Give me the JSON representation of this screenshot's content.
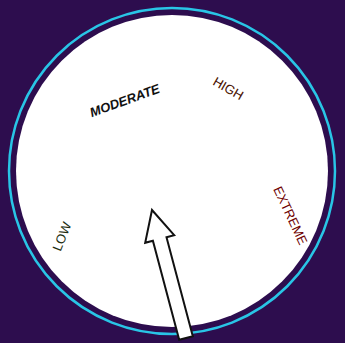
{
  "diagram": {
    "nodes": [
      {
        "text": [
          "LOW"
        ]
      },
      {
        "text": [
          "MODERATE"
        ]
      },
      {
        "text": [
          "HIGH"
        ]
      },
      {
        "text": [
          "EXTREME"
        ]
      }
    ]
  }
}
